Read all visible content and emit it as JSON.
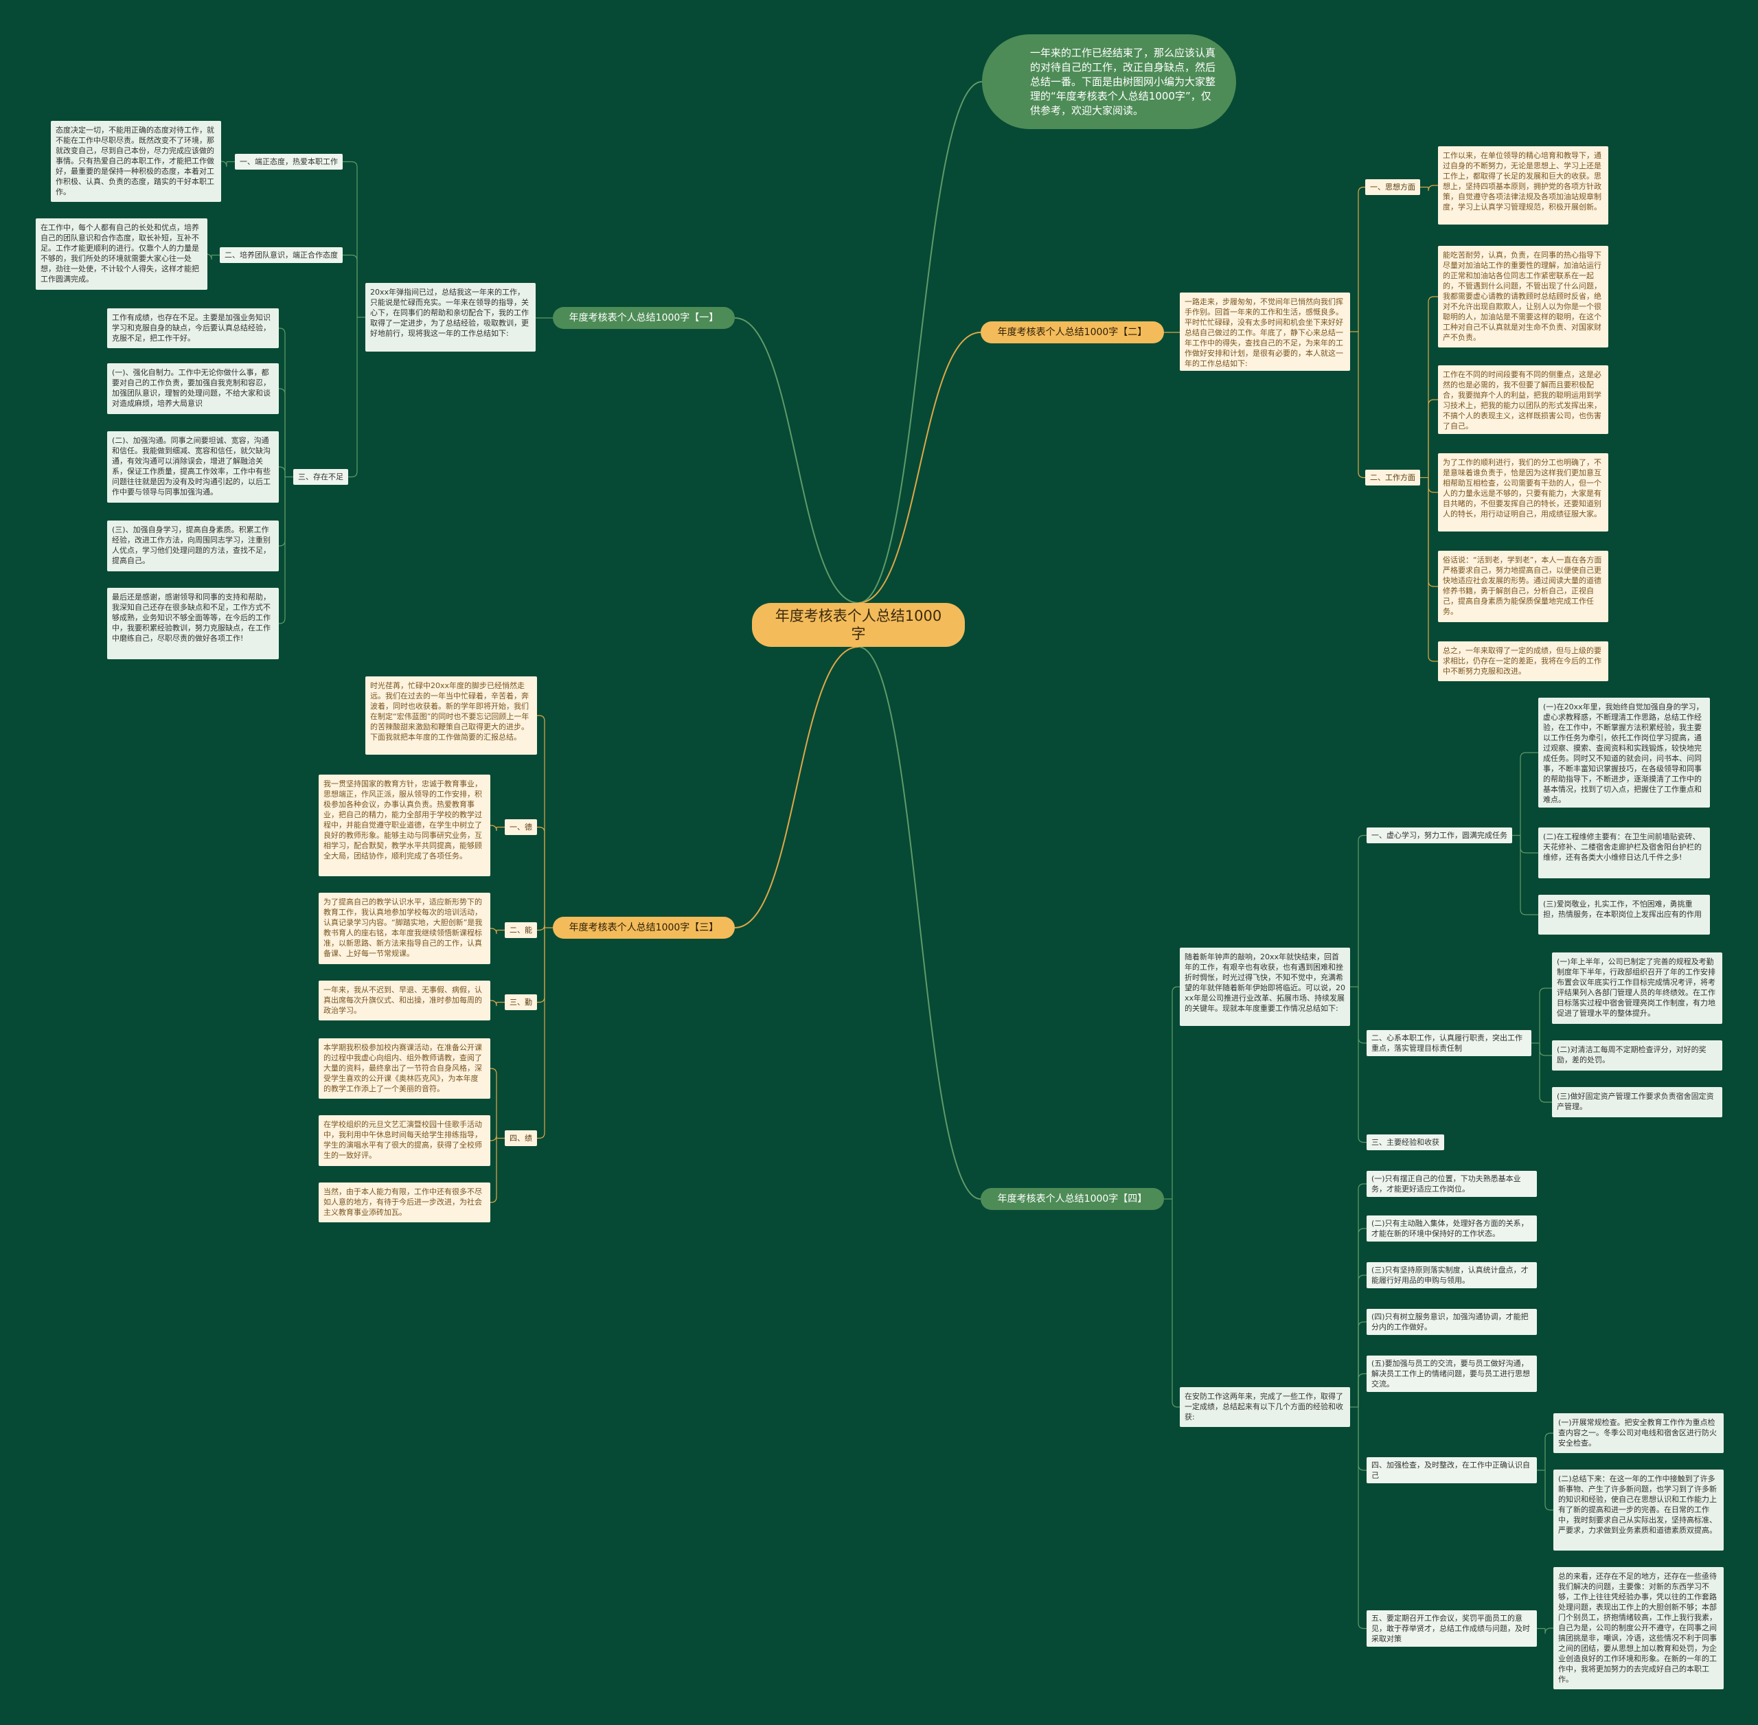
{
  "colors": {
    "background": "#064a35",
    "center": "#f3bb5a",
    "branch_green": "#4e8c57",
    "branch_orange": "#f3bb5a",
    "leaf_green": "#e9f2ea",
    "leaf_yellow": "#fdf3df",
    "line_green": "#5f9a6a",
    "line_orange": "#e0a848"
  },
  "center": "年度考核表个人总结1000字",
  "intro": "一年来的工作已经结束了，那么应该认真的对待自己的工作，改正自身缺点，然后总结一番。下面是由树图网小编为大家整理的“年度考核表个人总结1000字”，仅供参考，欢迎大家阅读。",
  "b1": {
    "label": "年度考核表个人总结1000字【一】",
    "intro": "20xx年弹指间已过，总结我这一年来的工作，只能说是忙碌而充实。一年来在领导的指导，关心下，在同事们的帮助和亲切配合下，我的工作取得了一定进步，为了总结经验，吸取教训，更好地前行，现将我这一年的工作总结如下:",
    "s1": "一、端正态度，热爱本职工作",
    "s1_leaf": "态度决定一切，不能用正确的态度对待工作，就不能在工作中尽职尽责。既然改变不了环境，那就改变自己，尽到自己本份，尽力完成应该做的事情。只有热爱自己的本职工作，才能把工作做好，最重要的是保持一种积极的态度，本着对工作积极、认真、负责的态度，踏实的干好本职工作。",
    "s2": "二、培养团队意识，端正合作态度",
    "s2_leaf": "在工作中，每个人都有自己的长处和优点，培养自己的团队意识和合作态度，取长补短，互补不足。工作才能更顺利的进行。仅靠个人的力量是不够的，我们所处的环境就需要大家心往一处想，劲往一处使，不计较个人得失，这样才能把工作圆满完成。",
    "s3": "三、存在不足",
    "s3_leaves": [
      "工作有成绩，也存在不足。主要是加强业务知识学习和克服自身的缺点，今后要认真总结经验，克服不足，把工作干好。",
      "(一)、强化自制力。工作中无论你做什么事，都要对自己的工作负责，要加强自我克制和容忍，加强团队意识，理智的处理问题，不给大家和谈对造成麻烦，培养大局意识",
      "(二)、加强沟通。同事之间要坦诚、宽容，沟通和信任。我能做到细减、宽容和信任，就欠缺沟通，有效沟通可以消除误会，增进了解融洽关系，保证工作质量，提高工作效率，工作中有些问题往往就是因为没有及时沟通引起的，以后工作中要与领导与同事加强沟通。",
      "(三)、加强自身学习，提高自身素质。积累工作经验，改进工作方法，向周围同志学习，注重别人优点，学习他们处理问题的方法，查找不足，提高自己。",
      "最后还是感谢，感谢领导和同事的支持和帮助，我深知自己还存在很多缺点和不足，工作方式不够成熟，业务知识不够全面等等，在今后的工作中，我要积累经验教训，努力克服缺点，在工作中磨练自己，尽职尽责的做好各项工作!"
    ]
  },
  "b2": {
    "label": "年度考核表个人总结1000字【二】",
    "intro": "一路走来，步履匆匆，不觉间年已悄然向我们挥手作别。回首一年来的工作和生活，感慨良多。平时忙忙碌碌，没有太多时间和机会坐下来好好总结自己做过的工作。年底了，静下心来总结一年工作中的得失，查找自己的不足，为来年的工作做好安排和计划，是很有必要的，本人就这一年的工作总结如下:",
    "s1": "一、思想方面",
    "s1_leaf": "工作以来，在单位领导的精心培育和教导下，通过自身的不断努力，无论是思想上、学习上还是工作上，都取得了长足的发展和巨大的收获。思想上，坚持四项基本原则，拥护党的各项方针政策，自觉遵守各项法律法规及各项加油站规章制度，学习上认真学习管理规范，积极开展创新。",
    "s2": "二、工作方面",
    "s2_leaves": [
      "能吃苦耐劳，认真，负责，在同事的热心指导下尽量对加油站工作的重要性的理解，加油站运行的正常和加油站各位同志工作紧密联系在一起的，不管遇到什么问题，不管出现了什么问题，我都需要虚心请教的请教顾时总结顾时反省，绝对不允许出现自欺欺人，让别人以为你是一个很聪明的人，加油站是不需要这样的聪明，在这个工种对自己不认真就是对生命不负责、对国家财产不负责。",
      "工作在不同的时间段要有不同的侧重点，这是必然的也是必需的，我不但要了解而且要积极配合，我要抛弃个人的利益，把我的聪明运用到学习技术上，把我的能力以团队的形式发挥出来，不搞个人的表现主义，这样既损害公司，也伤害了自己。",
      "为了工作的顺利进行，我们的分工也明确了，不是意味着谁负责于，恰是因为这样我们更加意互相帮助互相检查，公司需要有干劲的人，但一个人的力量永远是不够的，只要有能力，大家是有目共睹的，不但要发挥自己的特长，还要知道别人的特长，用行动证明自己，用成绩征服大家。",
      "俗话说：“活到老，学到老”，本人一直在各方面严格要求自己，努力地提高自己，以便使自己更快地适应社会发展的形势。通过阅读大量的道德修养书籍，勇于解剖自己，分析自己，正视自己，提高自身素质为能保质保量地完成工作任务。",
      "总之，一年来取得了一定的成绩，但与上级的要求相比，仍存在一定的差距，我将在今后的工作中不断努力克服和改进。"
    ]
  },
  "b3": {
    "label": "年度考核表个人总结1000字【三】",
    "intro": "时光荏苒，忙碌中20xx年度的脚步已经悄然走远。我们在过去的一年当中忙碌着，辛苦着，奔波着，同时也收获着。新的学年即将开始，我们在制定“宏伟蓝图”的同时也不要忘记回顾上一年的苦辣酸甜来激励和鞭策自己取得更大的进步。下面我就把本年度的工作做简要的汇报总结。",
    "s1": "一、德",
    "s1_leaf": "我一贯坚持国家的教育方针，忠诚于教育事业，思想端正，作风正派，服从领导的工作安排，积极参加各种会议，办事认真负责。热爱教育事业，把自己的精力，能力全部用于学校的教学过程中，并能自觉遵守职业道德，在学生中树立了良好的教师形象。能够主动与同事研究业务，互相学习，配合默契，教学水平共同提高，能够顾全大局，团结协作，顺利完成了各项任务。",
    "s2": "二、能",
    "s2_leaf": "为了提高自己的教学认识水平，适应新形势下的教育工作，我认真地参加学校每次的培训活动，认真记录学习内容。“脚踏实地，大胆创新”是我教书育人的座右铭，本年度我继续领悟新课程标准，以新思路、新方法来指导自己的工作，认真备课、上好每一节常规课。",
    "s3": "三、勤",
    "s3_leaf": "一年来，我从不迟到、早退、无事假、病假，认真出席每次升旗仪式、和出操，准时参加每周的政治学习。",
    "s4": "四、绩",
    "s4_leaves": [
      "本学期我积极参加校内赛课活动，在准备公开课的过程中我虚心向组内、组外教师请教，查阅了大量的资料，最终拿出了一节符合自身风格，深受学生喜欢的公开课《奥林匹克风》，为本年度的教学工作添上了一个美丽的音符。",
      "在学校组织的元旦文艺汇演暨校园十佳歌手活动中，我利用中午休息时间每天给学生排练指导，学生的演唱水平有了很大的提高，获得了全校师生的一致好评。",
      "当然，由于本人能力有限，工作中还有很多不尽如人意的地方，有待于今后进一步改进，为社会主义教育事业添砖加瓦。"
    ]
  },
  "b4": {
    "label": "年度考核表个人总结1000字【四】",
    "intro1": "随着新年钟声的敲响，20xx年就快结束，回首年的工作，有艰辛也有收获，也有遇到困难和挫折时惆怅，时光过得飞快，不知不觉中，充满希望的年就伴随着新年伊始即将临近。可以说，20xx年是公司推进行业改革、拓展市场、持续发展的关键年。现就本年度重要工作情况总结如下:",
    "intro2": "在安防工作这两年来，完成了一些工作，取得了一定成绩，总结起来有以下几个方面的经验和收获:",
    "g1": [
      {
        "label": "一、虚心学习，努力工作，圆满完成任务",
        "leaves": [
          "(一)在20xx年里，我始终自觉加强自身的学习，虚心求教释惑，不断理清工作思路，总结工作经验，在工作中，不断掌握方法积累经验，我主要以工作任务为牵引，依托工作岗位学习提高，通过观察、摸索、查阅资料和实践锻炼，较快地完成任务。同时又不知道的就会问，问书本、问同事，不断丰富知识掌握技巧，在各级领导和同事的帮助指导下，不断进步，逐渐摸清了工作中的基本情况，找到了切入点，把握住了工作重点和难点。",
          "(二)在工程维修主要有：在卫生间前墙贴瓷砖、天花修补、二楼宿舍走廊护栏及宿舍阳台护栏的维修，还有各类大小维修日达几千件之多!",
          "(三)爱岗敬业，扎实工作，不怕困难，勇挑重担，热情服务，在本职岗位上发挥出应有的作用"
        ]
      },
      {
        "label": "二、心系本职工作，认真履行职责，突出工作重点，落实管理目标责任制",
        "leaves": [
          "(一)年上半年，公司已制定了完善的规程及考勤制度年下半年，行政部组织召开了年的工作安排布置会议年底实行工作目标完成情况考评，将考评结果列入各部门管理人员的年终绩效。在工作目标落实过程中宿舍管理亮岗工作制度，有力地促进了管理水平的整体提升。",
          "(二)对清洁工每周不定期检查评分，对好的奖励，差的处罚。",
          "(三)做好固定资产管理工作要求负责宿舍固定资产管理。"
        ]
      },
      {
        "label": "三、主要经验和收获",
        "leaves": []
      }
    ],
    "g2": [
      {
        "label": "(一)只有摆正自己的位置，下功夫熟悉基本业务，才能更好适应工作岗位。",
        "leaves": []
      },
      {
        "label": "(二)只有主动融入集体，处理好各方面的关系，才能在新的环境中保持好的工作状态。",
        "leaves": []
      },
      {
        "label": "(三)只有坚持原则落实制度，认真统计盘点，才能履行好用品的申购与领用。",
        "leaves": []
      },
      {
        "label": "(四)只有树立服务意识，加强沟通协调，才能把分内的工作做好。",
        "leaves": []
      },
      {
        "label": "(五)要加强与员工的交流，要与员工做好沟通，解决员工工作上的情绪问题，要与员工进行思想交流。",
        "leaves": []
      },
      {
        "label": "四、加强检查，及时整改，在工作中正确认识自己",
        "leaves": [
          "(一)开展常规检查。把安全教育工作作为重点检查内容之一。冬季公司对电线和宿舍区进行防火安全检查。",
          "(二)总结下来：在这一年的工作中接触到了许多新事物、产生了许多新问题，也学习到了许多新的知识和经验，使自己在思想认识和工作能力上有了新的提高和进一步的完善。在日常的工作中，我时刻要求自己从实际出发，坚持高标准、严要求，力求做到业务素质和道德素质双提高。"
        ]
      },
      {
        "label": "五、要定期召开工作会议，奖罚平面员工的意见，敢于荐举贤才，总结工作成绩与问题，及时采取对策",
        "leaves": [
          "总的来看，还存在不足的地方，还存在一些亟待我们解决的问题，主要像：对新的东西学习不够，工作上往往凭经验办事，凭以往的工作套路处理问题，表现出工作上的大胆创新不够；本部门个别员工，挤抱情绪较高，工作上我行我素，自己为是，公司的制度公开不遵守，在同事之间搞团挑是非，嘲讽，冷语，这些情况不利于同事之间的团结，要从思想上加以教育和处罚，为企业创造良好的工作环境和形象。在新的一年的工作中，我将更加努力的去完成好自己的本职工作。"
        ]
      }
    ]
  }
}
